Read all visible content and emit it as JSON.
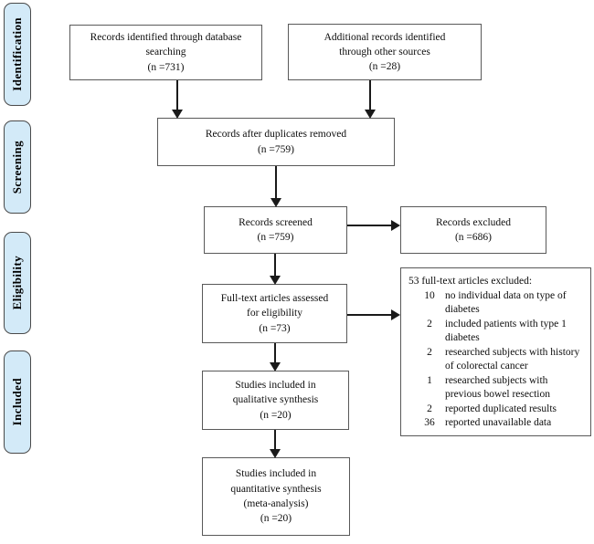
{
  "colors": {
    "stage_fill": "#d3eaf8",
    "stage_border": "#4a4a4a",
    "box_border": "#595959",
    "arrow": "#1a1a1a",
    "text": "#0d0d0d"
  },
  "stages": [
    {
      "label": "Identification"
    },
    {
      "label": "Screening"
    },
    {
      "label": "Eligibility"
    },
    {
      "label": "Included"
    }
  ],
  "boxes": {
    "identified": "Records identified through database\nsearching\n(n =731)",
    "additional": "Additional records identified\nthrough other sources\n(n =28)",
    "after_duplicates": "Records after duplicates removed\n(n =759)",
    "screened": "Records screened\n(n =759)",
    "excluded": "Records excluded\n(n =686)",
    "fulltext": "Full-text articles assessed\nfor eligibility\n(n =73)",
    "qualitative": "Studies included in\nqualitative synthesis\n(n =20)",
    "quantitative": "Studies included in\nquantitative synthesis\n(meta-analysis)\n(n =20)"
  },
  "exclusion_box": {
    "heading": "53 full-text articles excluded:",
    "items": [
      {
        "n": "10",
        "reason": "no individual data on type of diabetes"
      },
      {
        "n": "2",
        "reason": "included patients with type 1 diabetes"
      },
      {
        "n": "2",
        "reason": "researched subjects with history of colorectal cancer"
      },
      {
        "n": "1",
        "reason": "researched subjects with previous bowel resection"
      },
      {
        "n": "2",
        "reason": "reported duplicated results"
      },
      {
        "n": "36",
        "reason": "reported unavailable data"
      }
    ]
  }
}
